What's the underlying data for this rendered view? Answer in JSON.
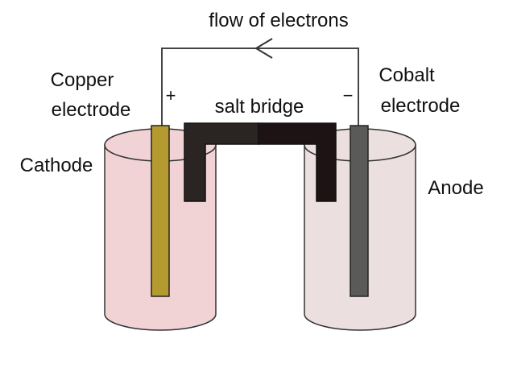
{
  "labels": {
    "flow": "flow of electrons",
    "copper_line1": "Copper",
    "copper_line2": "electrode",
    "cathode": "Cathode",
    "cobalt_line1": "Cobalt",
    "cobalt_line2": "electrode",
    "anode": "Anode",
    "salt_bridge": "salt bridge",
    "plus": "+",
    "minus": "−"
  },
  "colors": {
    "cathode_solution": "#f2d3d5",
    "anode_solution": "#ecdfe0",
    "copper_electrode": "#b59a30",
    "cobalt_electrode": "#5a5a58",
    "salt_bridge_left": "#2a2423",
    "salt_bridge_right": "#1e1314",
    "wire": "#444444"
  }
}
